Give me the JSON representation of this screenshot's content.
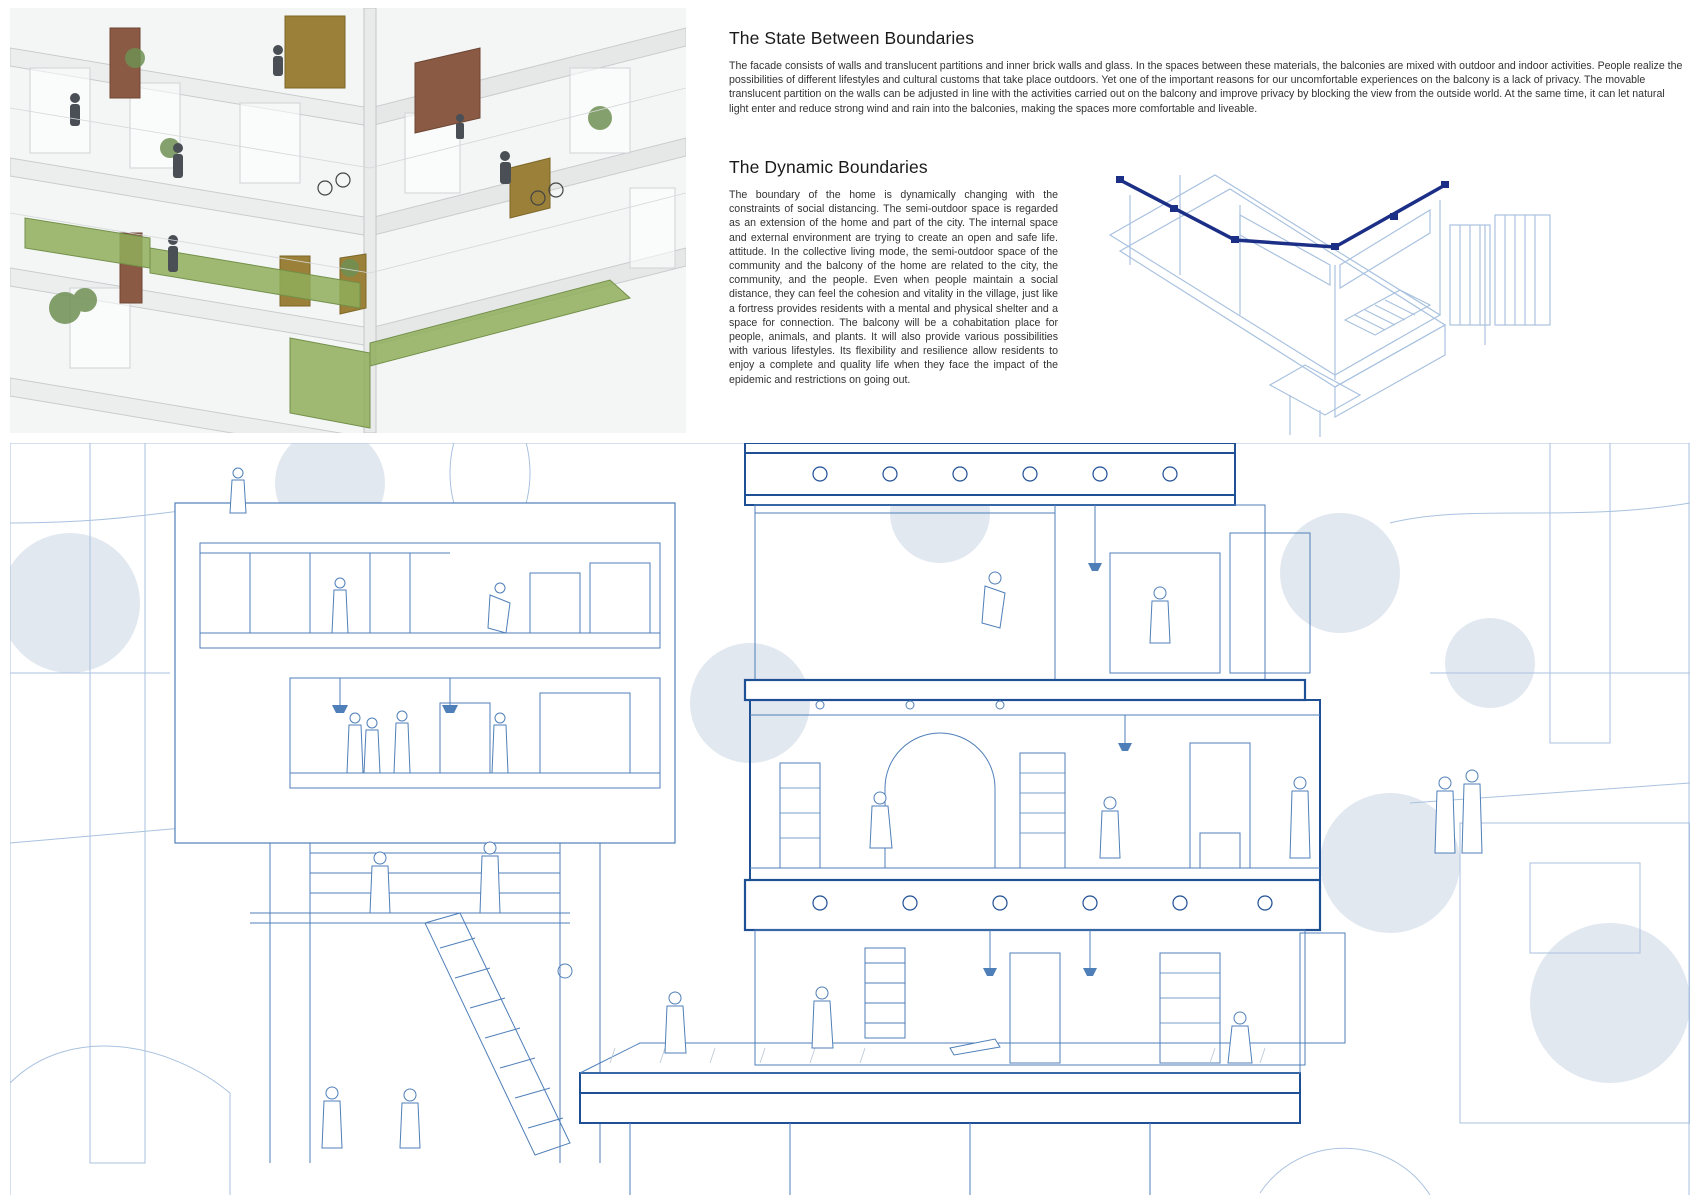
{
  "sections": [
    {
      "heading": "The State Between Boundaries",
      "body": "The facade consists of walls and translucent partitions and inner brick walls and glass. In the spaces between these materials, the balconies are mixed with outdoor and indoor activities. People realize the possibilities of different lifestyles and cultural customs that take place outdoors. Yet one of the important reasons for our uncomfortable experiences on the balcony is a lack of privacy. The movable translucent partition on the walls can be adjusted in line with the activities carried out on the balcony and improve privacy by blocking the view from the outside world. At the same time, it can let natural light enter and reduce strong wind and rain into the balconies, making the spaces more comfortable and liveable."
    },
    {
      "heading": "The Dynamic Boundaries",
      "body": "The boundary of the home is dynamically changing with the constraints of social distancing. The semi-outdoor space is regarded as an extension of the home and part of the city. The internal space and external environment are trying to create an open and safe life. attitude. In the collective living mode, the semi-outdoor space of the community and the balcony of the home are related to the city, the community, and the people. Even when people maintain a social distance, they can feel the cohesion and vitality in the village, just like a fortress provides residents with a mental and physical shelter and a space for connection. The balcony will be a cohabitation place for people, animals, and plants. It will also provide various possibilities with various lifestyles. Its flexibility and resilience allow residents to enjoy a complete and quality life when they face the impact of the epidemic and restrictions on going out."
    }
  ],
  "palette": {
    "line_blue": "#4f7fb8",
    "light_blue": "#a9c2df",
    "dark_blue": "#1c2f86",
    "grass": "#8fae5a",
    "brick": "#8a5a44",
    "wood": "#9a8038"
  }
}
